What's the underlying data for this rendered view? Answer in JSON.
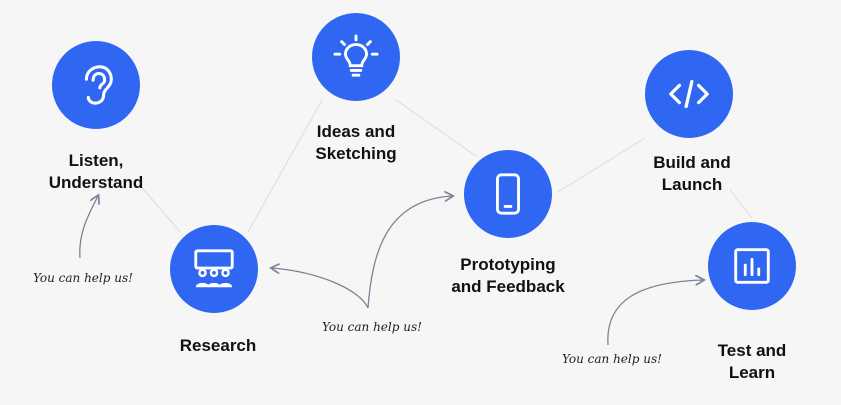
{
  "colors": {
    "accent": "#2f66f2",
    "connector": "#dcdcdc",
    "arrow": "#7b8496"
  },
  "steps": [
    {
      "id": "listen",
      "label": "Listen,\nUnderstand",
      "icon": "ear-icon"
    },
    {
      "id": "research",
      "label": "Research",
      "icon": "people-board-icon"
    },
    {
      "id": "ideas",
      "label": "Ideas and\nSketching",
      "icon": "lightbulb-icon"
    },
    {
      "id": "prototyping",
      "label": "Prototyping\nand Feedback",
      "icon": "smartphone-icon"
    },
    {
      "id": "build",
      "label": "Build and\nLaunch",
      "icon": "code-icon"
    },
    {
      "id": "test",
      "label": "Test and\nLearn",
      "icon": "bar-chart-icon"
    }
  ],
  "notes": [
    {
      "text": "You can help us!"
    },
    {
      "text": "You can help us!"
    },
    {
      "text": "You can help us!"
    }
  ]
}
